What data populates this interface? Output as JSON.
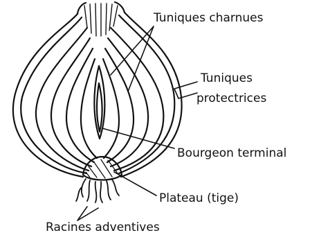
{
  "diagram": {
    "subject": "onion-bulb-cross-section",
    "stroke_color": "#111111",
    "background_color": "#ffffff",
    "labels": {
      "tuniques_charnues": "Tuniques charnues",
      "tuniques_protectrices_line1": "Tuniques",
      "tuniques_protectrices_line2": "protectrices",
      "bourgeon_terminal": "Bourgeon terminal",
      "plateau": "Plateau (tige)",
      "racines_adventives": "Racines adventives"
    }
  }
}
